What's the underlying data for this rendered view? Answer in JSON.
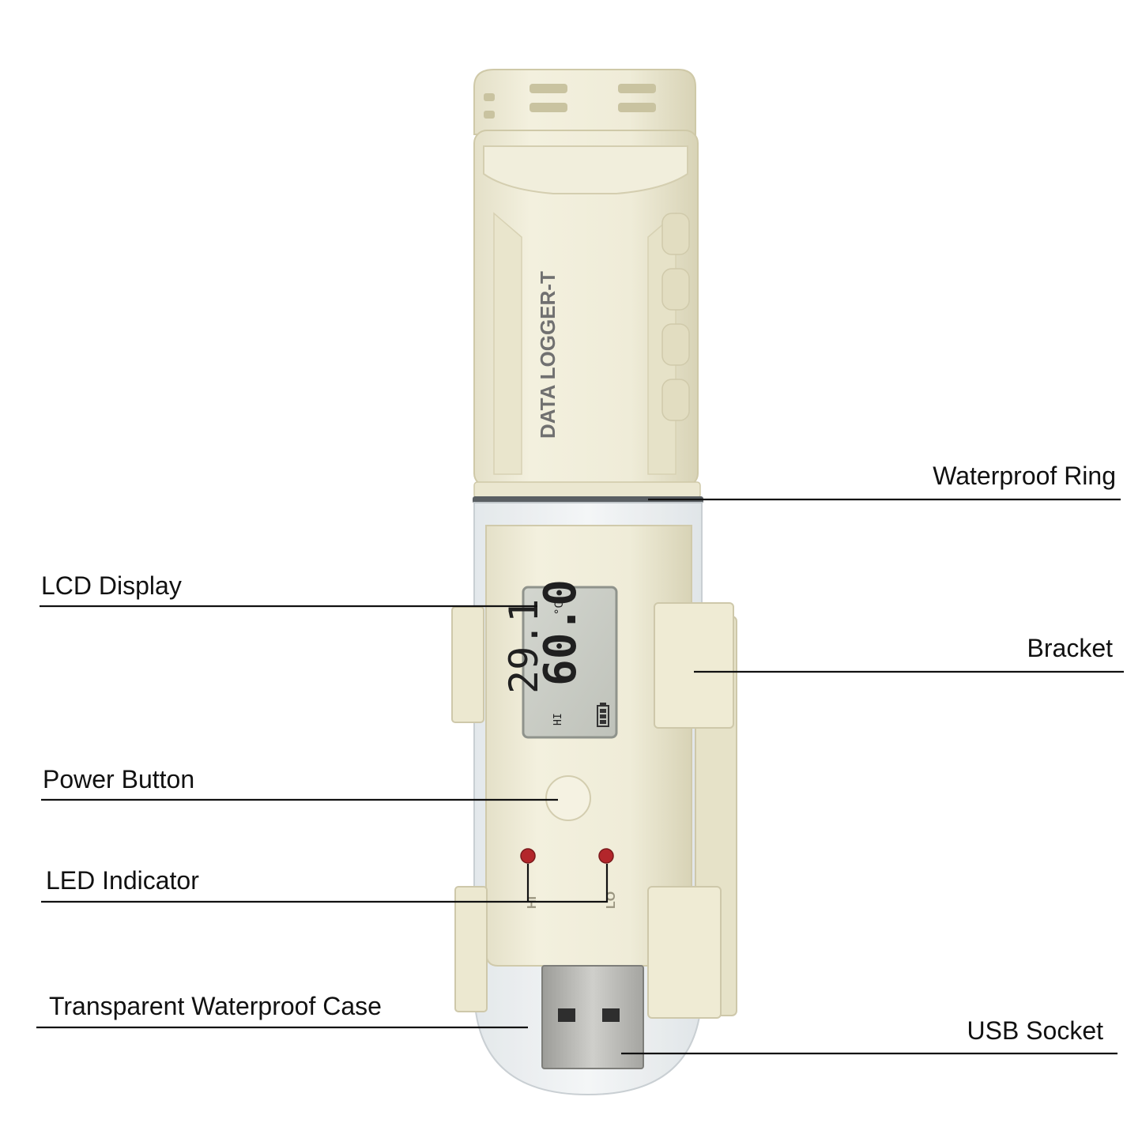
{
  "device": {
    "model_text": "DATA LOGGER-T",
    "lcd": {
      "temperature": "29.1",
      "temperature_unit": "°C",
      "humidity": "60.0",
      "hi_marker": "HI"
    },
    "led_labels": {
      "hi": "HI",
      "lo": "LO"
    }
  },
  "callouts": {
    "waterproof_ring": "Waterproof Ring",
    "lcd_display": "LCD Display",
    "bracket": "Bracket",
    "power_button": "Power Button",
    "led_indicator": "LED Indicator",
    "transparent_case": "Transparent Waterproof Case",
    "usb_socket": "USB Socket"
  },
  "colors": {
    "body": "#efecd8",
    "body_shadow": "#d9d4b8",
    "lcd_bg": "#c9ccc4",
    "led": "#b3262b",
    "usb_metal": "#b8b8b4",
    "case": "#e8ecee"
  }
}
